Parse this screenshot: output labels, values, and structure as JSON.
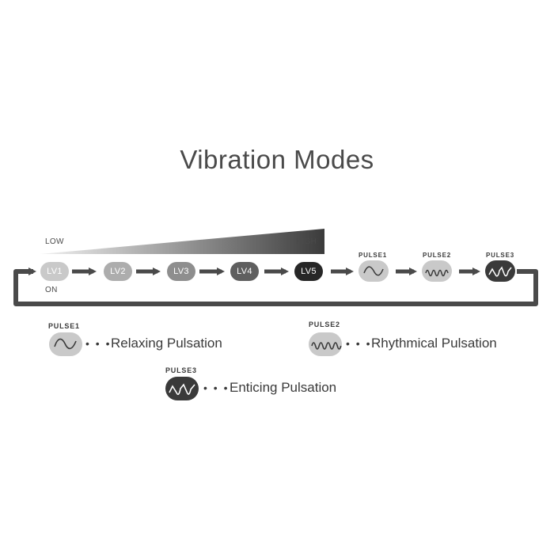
{
  "title": "Vibration Modes",
  "scale": {
    "low": "LOW",
    "high": "HIGH",
    "on": "ON"
  },
  "levels": [
    {
      "label": "LV1",
      "color": "#c9c9c9"
    },
    {
      "label": "LV2",
      "color": "#adadad"
    },
    {
      "label": "LV3",
      "color": "#8e8e8e"
    },
    {
      "label": "LV4",
      "color": "#5f5f5f"
    },
    {
      "label": "LV5",
      "color": "#272727"
    }
  ],
  "pulses": [
    {
      "label": "PULSE1",
      "icon": "single-wave-icon",
      "color": "#c9c9c9",
      "description": "Relaxing Pulsation"
    },
    {
      "label": "PULSE2",
      "icon": "dense-wave-icon",
      "color": "#c9c9c9",
      "description": "Rhythmical Pulsation"
    },
    {
      "label": "PULSE3",
      "icon": "sawtooth-wave-icon",
      "color": "#3a3a3a",
      "description": "Enticing Pulsation"
    }
  ],
  "legend_dots": "• • •",
  "colors": {
    "arrow": "#4a4a4a",
    "text": "#3a3a3a"
  }
}
